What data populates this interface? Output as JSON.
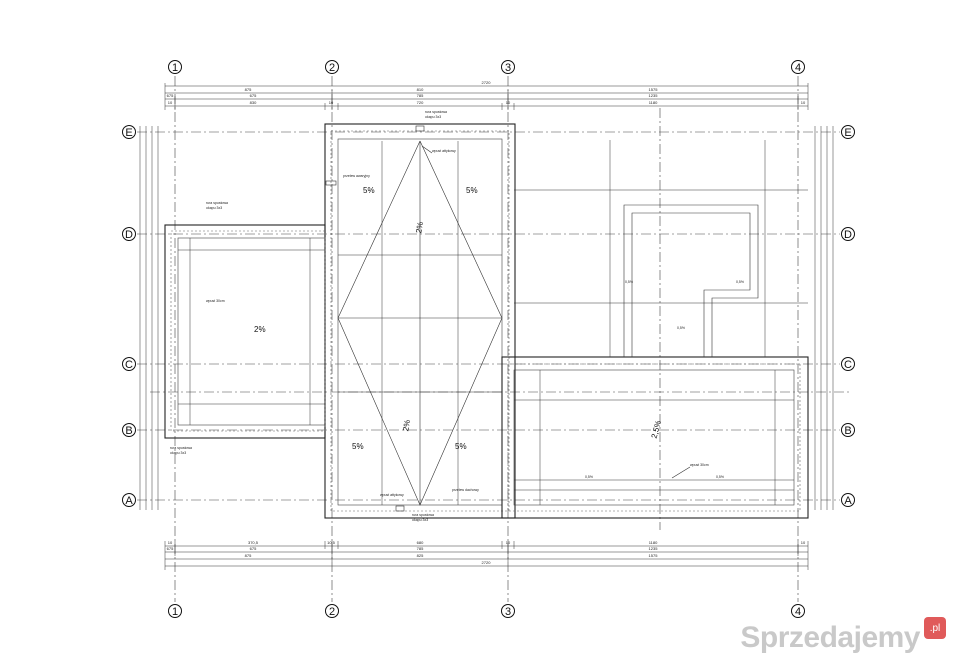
{
  "axes": {
    "columns": [
      "1",
      "2",
      "3",
      "4"
    ],
    "rows": [
      "E",
      "D",
      "C",
      "B",
      "A"
    ]
  },
  "slopes": {
    "center_top_left": "5%",
    "center_top_right": "5%",
    "center_mid": "2%",
    "center_low": "2%",
    "center_bottom_left": "5%",
    "center_bottom_right": "5%",
    "left_wing": "2%",
    "right_wing": "2,5%",
    "right_gutter_left": "0,5%",
    "right_gutter_right": "0,5%",
    "upper_box_left": "0,5%",
    "upper_box_right": "0,5%",
    "upper_box_bottom": "0,5%"
  },
  "dimensions": {
    "top_total": "2720",
    "top_row2": [
      "875",
      "810",
      "1575"
    ],
    "top_row3": [
      "675",
      "675",
      "785",
      "1235"
    ],
    "top_row4": [
      "10",
      "830",
      "10",
      "720",
      "10",
      "1180",
      "10"
    ],
    "bottom_row1": [
      "10",
      "370,5",
      "10,5",
      "680",
      "10",
      "1180",
      "10"
    ],
    "bottom_row2": [
      "675",
      "675",
      "785",
      "1235"
    ],
    "bottom_row3": [
      "875",
      "825",
      "1575"
    ],
    "bottom_total": "2720"
  },
  "notes": {
    "rura_top": "rura spustowa",
    "rura_top2": "okapu 3x3",
    "wpust_top": "wpust attykowy",
    "przelew_left": "przelew awaryjny",
    "rura_left": "rura spustowa",
    "rura_left2": "okapu 3x3",
    "wpust_left": "wpust 30cm",
    "rura_bl": "rura spustowa",
    "rura_bl2": "okapu 3x3",
    "wpust_bottom": "wpust attykowy",
    "rura_bottom": "rura spustowa",
    "rura_bottom2": "okapu 3x3",
    "przelew_bottom": "przelew dachowy",
    "wpust_right": "wpust 30cm"
  },
  "watermark": {
    "text": "Sprzedajemy",
    "badge": ".pl"
  }
}
